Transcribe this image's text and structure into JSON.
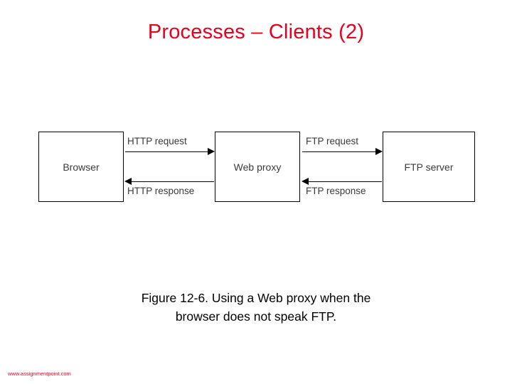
{
  "slide": {
    "title": "Processes – Clients (2)",
    "caption_line1": "Figure 12-6. Using a Web proxy when the",
    "caption_line2": "browser does not speak FTP.",
    "watermark": "www.assignmentpoint.com",
    "title_color": "#e8001c",
    "background_color": "#ffffff"
  },
  "diagram": {
    "type": "flow",
    "nodes": [
      {
        "id": "browser",
        "label": "Browser"
      },
      {
        "id": "web-proxy",
        "label": "Web proxy"
      },
      {
        "id": "ftp-server",
        "label": "FTP server"
      }
    ],
    "edges": [
      {
        "id": "http-request",
        "label": "HTTP request",
        "from": "browser",
        "to": "web-proxy",
        "direction": "right"
      },
      {
        "id": "http-response",
        "label": "HTTP response",
        "from": "web-proxy",
        "to": "browser",
        "direction": "left"
      },
      {
        "id": "ftp-request",
        "label": "FTP request",
        "from": "web-proxy",
        "to": "ftp-server",
        "direction": "right"
      },
      {
        "id": "ftp-response",
        "label": "FTP response",
        "from": "ftp-server",
        "to": "web-proxy",
        "direction": "left"
      }
    ]
  }
}
